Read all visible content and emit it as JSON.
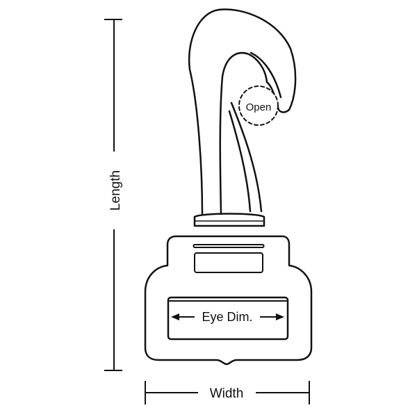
{
  "labels": {
    "length": "Length",
    "width": "Width",
    "eye_dim": "Eye Dim.",
    "open": "Open"
  },
  "colors": {
    "stroke": "#111111",
    "background": "#ffffff"
  }
}
